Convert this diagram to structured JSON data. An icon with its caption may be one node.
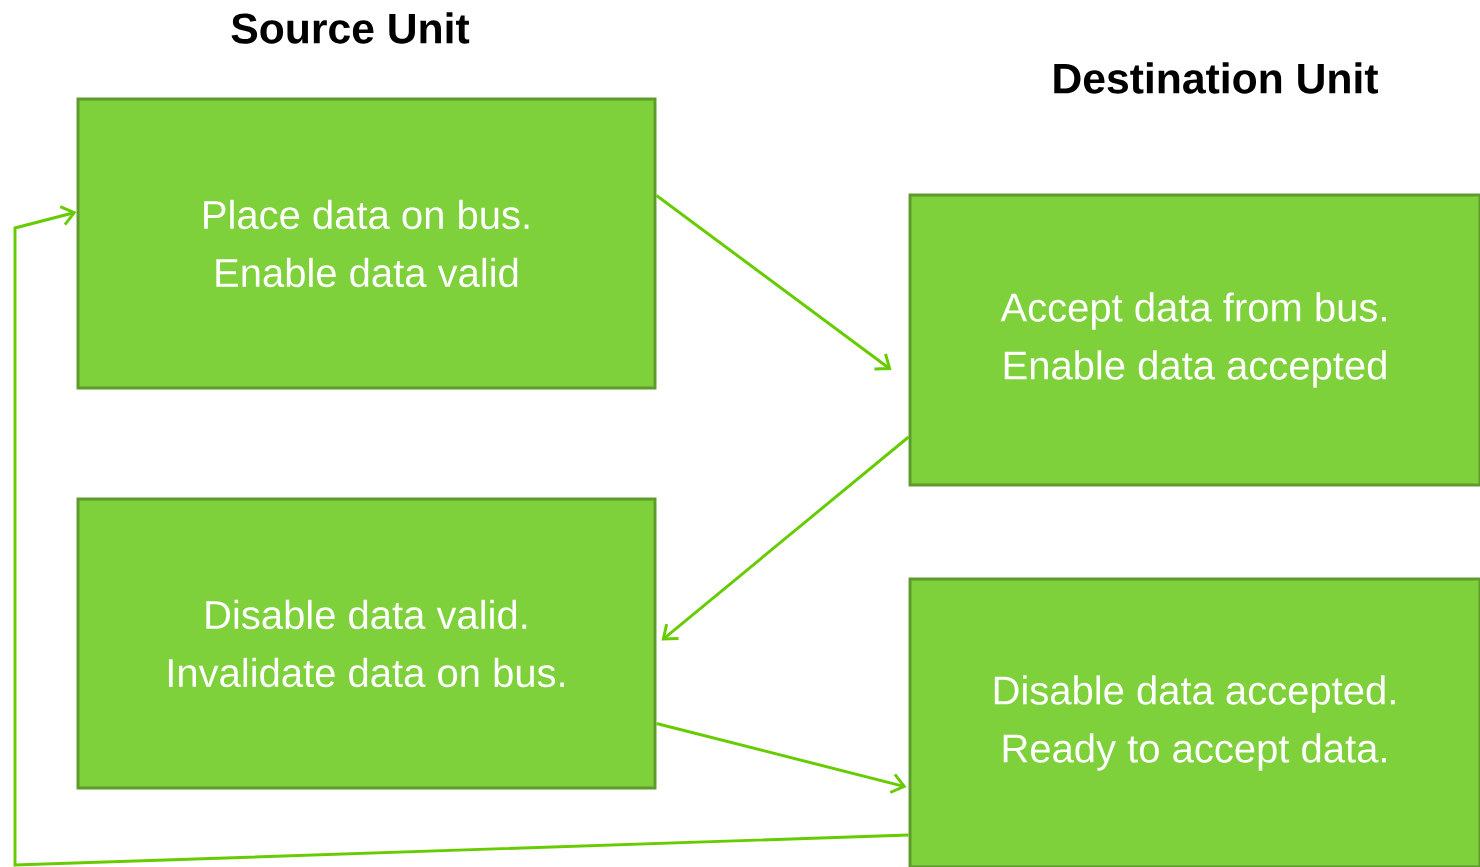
{
  "diagram": {
    "nodes": [
      {
        "text": [
          "Place data on bus.",
          "Enable data valid"
        ]
      },
      {
        "text": [
          "Accept data from bus.",
          "Enable data accepted"
        ]
      },
      {
        "text": [
          "Disable data valid.",
          "Invalidate data on bus."
        ]
      },
      {
        "text": [
          "Disable data accepted.",
          "Ready to accept data."
        ]
      }
    ],
    "edges": [
      {
        "from": 0,
        "to": 1,
        "arrow": "to"
      },
      {
        "from": 1,
        "to": 2,
        "arrow": "to"
      },
      {
        "from": 2,
        "to": 3,
        "arrow": "to"
      },
      {
        "from": 3,
        "to": 0,
        "arrow": "to"
      }
    ],
    "labels": [
      "Source Unit",
      "Destination Unit"
    ]
  }
}
